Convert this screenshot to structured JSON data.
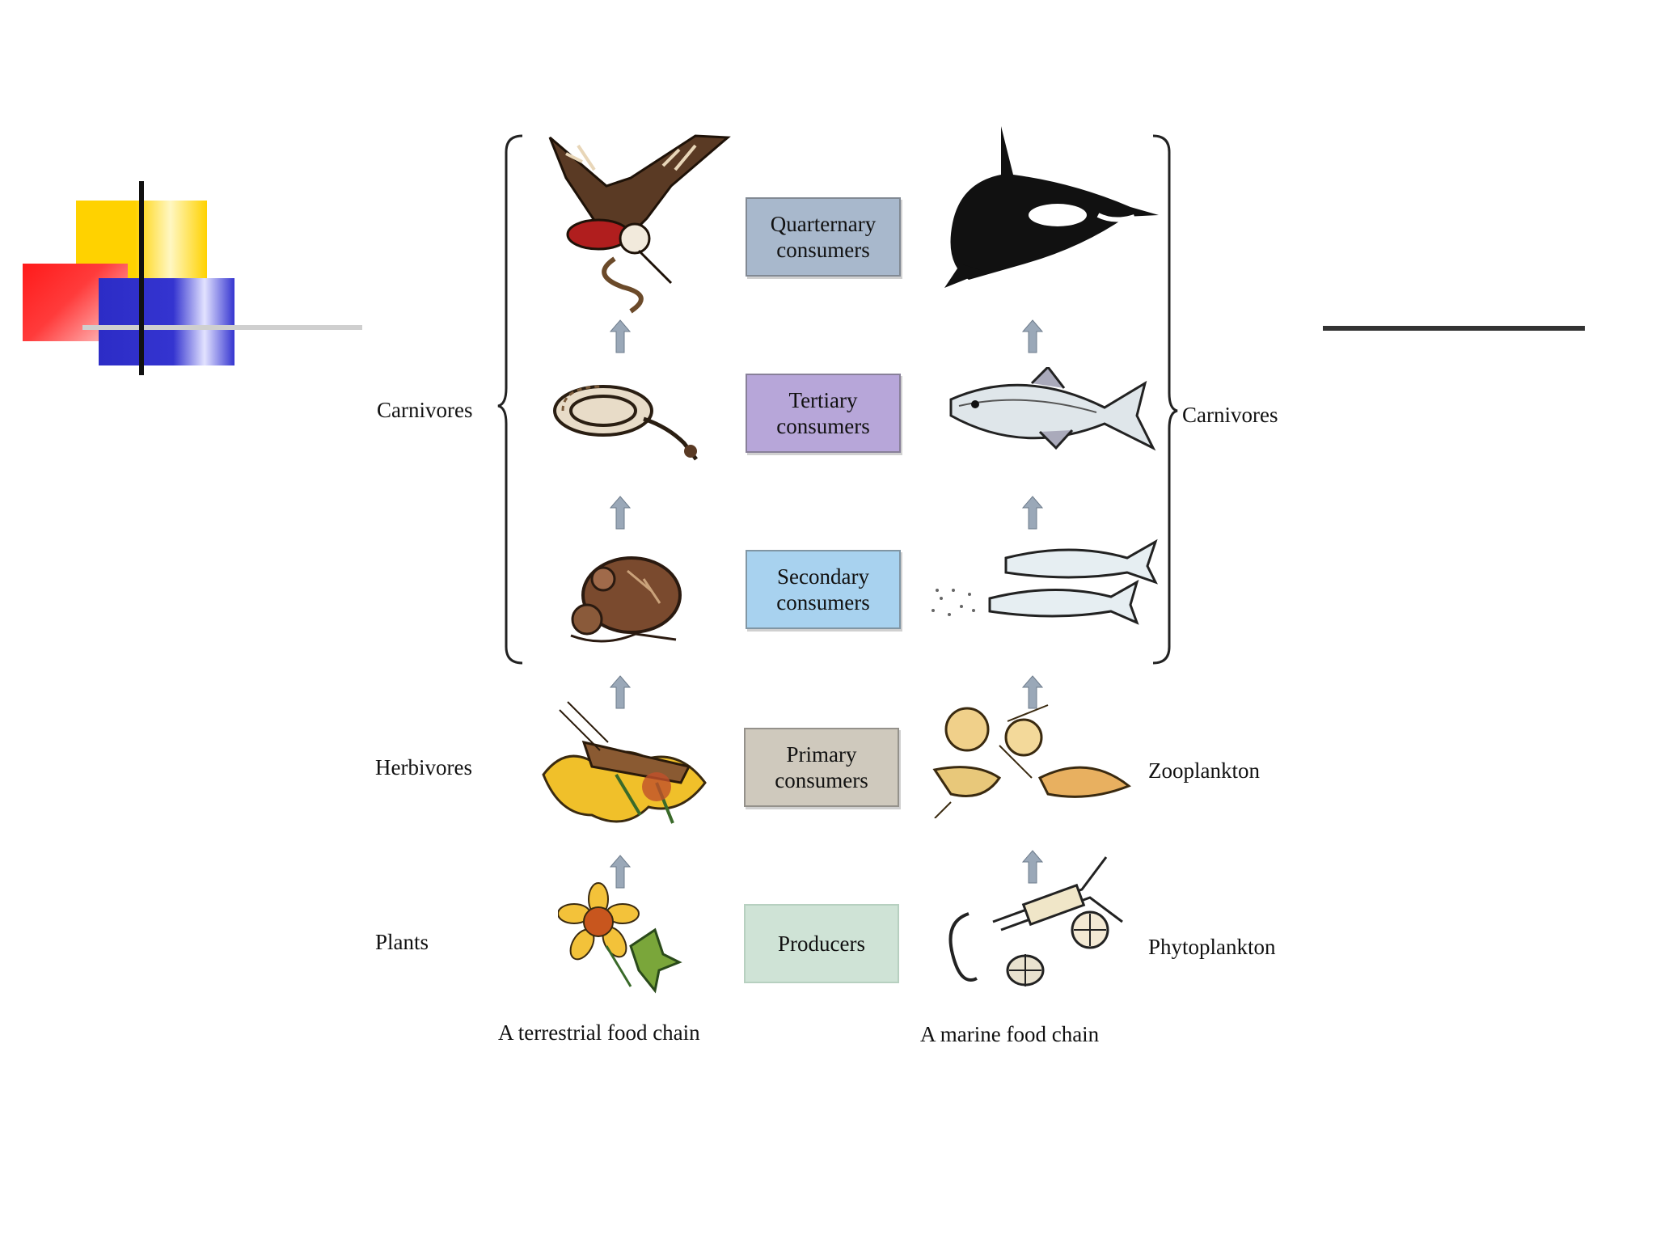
{
  "colors": {
    "quaternary": "#a8b8cc",
    "tertiary": "#b7a6d9",
    "secondary": "#a8d2ef",
    "primary": "#cfc9bd",
    "producers": "#cfe3d6",
    "arrow": "#9aa8b8"
  },
  "levels": {
    "quaternary": {
      "line1": "Quarternary",
      "line2": "consumers"
    },
    "tertiary": {
      "line1": "Tertiary",
      "line2": "consumers"
    },
    "secondary": {
      "line1": "Secondary",
      "line2": "consumers"
    },
    "primary": {
      "line1": "Primary",
      "line2": "consumers"
    },
    "producers": {
      "line1": "Producers"
    }
  },
  "left_labels": {
    "carnivores": "Carnivores",
    "herbivores": "Herbivores",
    "plants": "Plants"
  },
  "right_labels": {
    "carnivores": "Carnivores",
    "zooplankton": "Zooplankton",
    "phytoplankton": "Phytoplankton"
  },
  "captions": {
    "terrestrial": "A terrestrial food chain",
    "marine": "A marine food chain"
  },
  "icons": {
    "terrestrial": [
      "hawk-icon",
      "snake-icon",
      "mouse-icon",
      "grasshopper-icon",
      "flower-icon"
    ],
    "marine": [
      "orca-icon",
      "tuna-icon",
      "small-fish-icon",
      "zooplankton-icon",
      "phytoplankton-icon"
    ]
  }
}
